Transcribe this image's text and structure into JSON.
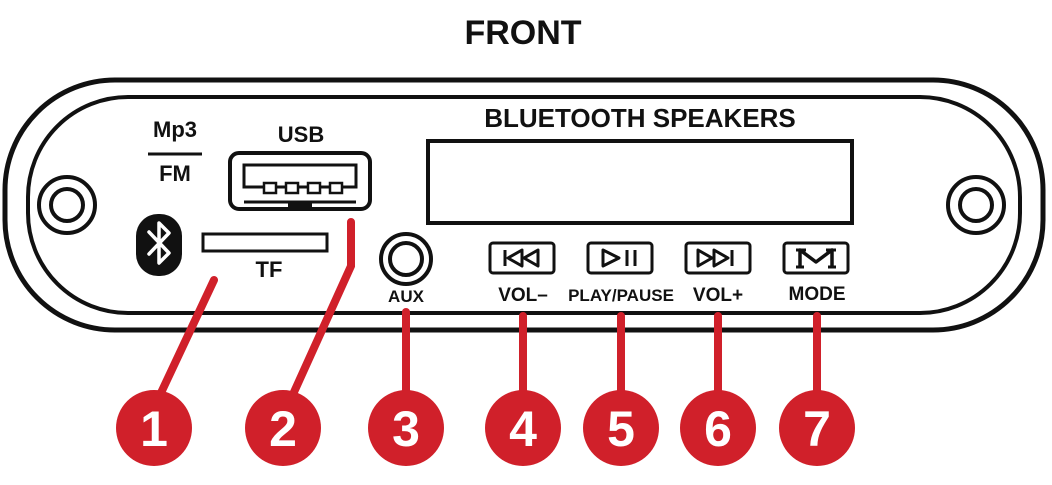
{
  "title": "FRONT",
  "panel": {
    "header": "BLUETOOTH SPEAKERS",
    "mode_top": "Mp3",
    "mode_bottom": "FM",
    "usb_label": "USB",
    "tf_label": "TF",
    "aux_label": "AUX",
    "buttons": [
      {
        "label": "VOL–",
        "icon": "previous-track-icon"
      },
      {
        "label": "PLAY/PAUSE",
        "icon": "play-pause-icon"
      },
      {
        "label": "VOL+",
        "icon": "next-track-icon"
      },
      {
        "label": "MODE",
        "icon": "mode-m-icon"
      }
    ]
  },
  "callouts": [
    "1",
    "2",
    "3",
    "4",
    "5",
    "6",
    "7"
  ],
  "colors": {
    "callout": "#d0202a",
    "outline": "#111111"
  }
}
